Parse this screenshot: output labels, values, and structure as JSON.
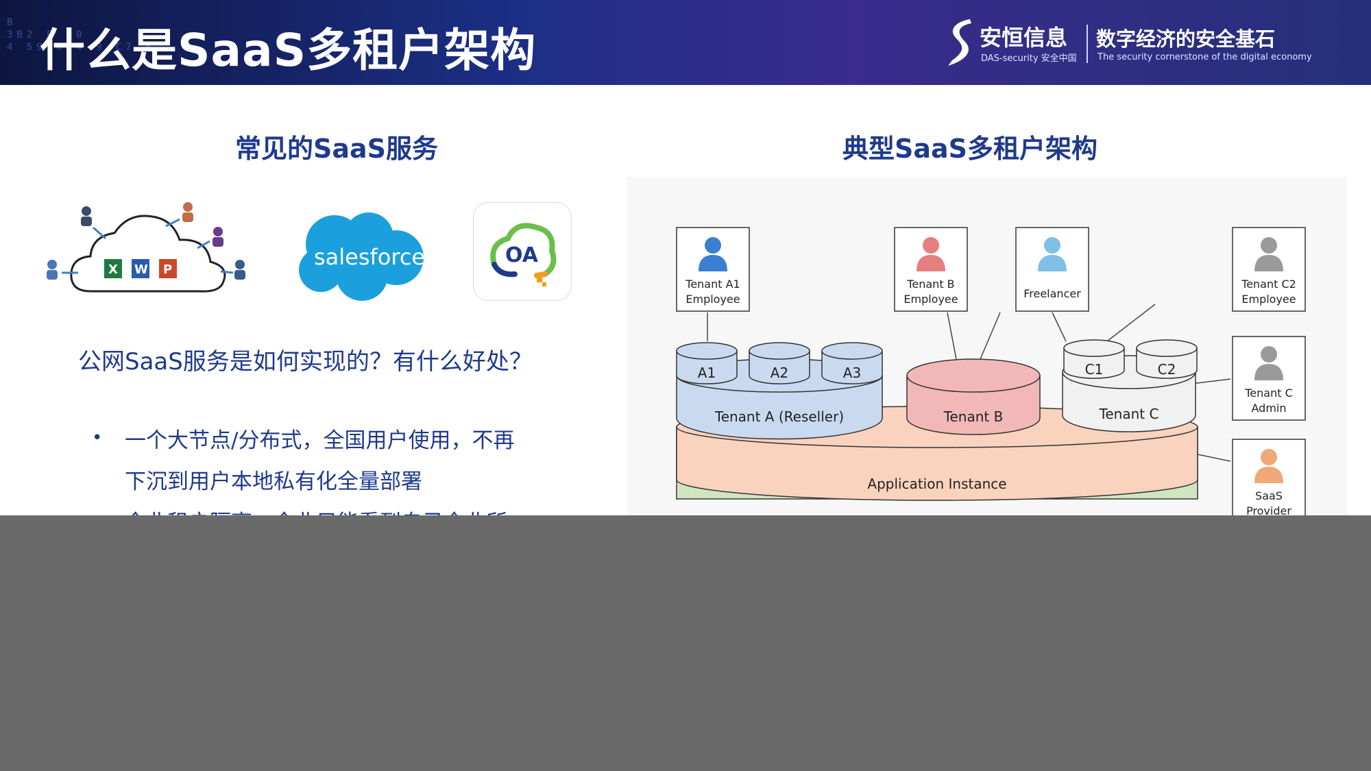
{
  "header": {
    "title": "什么是SaaS多租户架构",
    "bg_digits": [
      "B",
      "3B2 F D0",
      "4 5926 4 9 C7 8"
    ],
    "brand": {
      "name": "安恒信息",
      "name_en": "DAS-security 安全中国",
      "slogan": "数字经济的安全基石",
      "slogan_en": "The security cornerstone of the digital economy"
    }
  },
  "left": {
    "title": "常见的SaaS服务",
    "logos": {
      "salesforce": "salesforce",
      "oa": "OA"
    },
    "cloud_apps": [
      "X",
      "W",
      "P"
    ],
    "question": "公网SaaS服务是如何实现的？有什么好处？",
    "bullets": [
      {
        "lines": [
          "一个大节点/分布式，全国用户使用，不再",
          "下沉到用户本地私有化全量部署"
        ]
      },
      {
        "lines": [
          "企业租户隔离，企业只能看到自己企业所"
        ]
      }
    ]
  },
  "right": {
    "title": "典型SaaS多租户架构",
    "users": [
      {
        "line1": "Tenant A1",
        "line2": "Employee",
        "color": "#3a7fd0"
      },
      {
        "line1": "Tenant B",
        "line2": "Employee",
        "color": "#e57f7f"
      },
      {
        "line1": "Freelancer",
        "line2": "",
        "color": "#7fc0e6"
      },
      {
        "line1": "Tenant C2",
        "line2": "Employee",
        "color": "#9a9a9a"
      },
      {
        "line1": "Tenant C",
        "line2": "Admin",
        "color": "#9a9a9a"
      },
      {
        "line1": "SaaS",
        "line2": "Provider",
        "color": "#f0a878"
      }
    ],
    "small_dbs": [
      "A1",
      "A2",
      "A3",
      "C1",
      "C2"
    ],
    "tenants": [
      "Tenant A (Reseller)",
      "Tenant B",
      "Tenant C"
    ],
    "app_instance": "Application Instance"
  },
  "colors": {
    "title_blue": "#1f3a8c",
    "tenant_a": "#c9daf0",
    "tenant_b": "#f2b8b8",
    "tenant_c": "#f1f1f1",
    "app_instance": "#f9d3bd",
    "overlay": "#6a6a6a"
  }
}
